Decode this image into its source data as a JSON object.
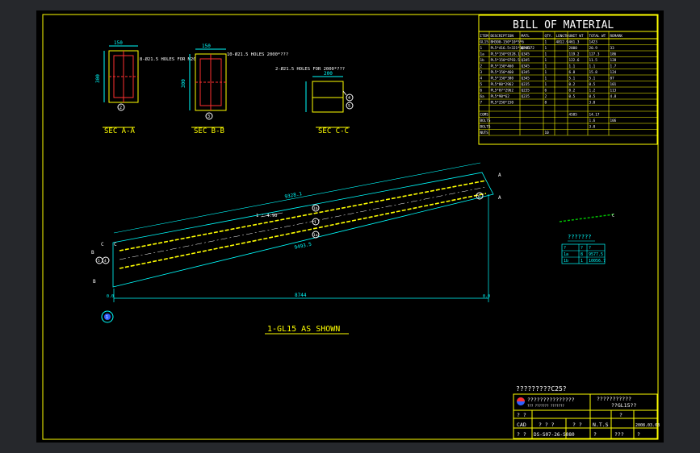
{
  "bom": {
    "title": "BILL OF MATERIAL",
    "headers": [
      "ITEM",
      "DESCRIPTION",
      "MATL",
      "QTY.",
      "LENGTH",
      "UNIT WT",
      "TOTAL WT",
      "REMARK"
    ],
    "rows": [
      [
        "GL15",
        "BH300-150*10*5*6",
        "",
        "1",
        "4812.9",
        "461.3",
        "1423",
        ""
      ],
      [
        "1",
        "PL5*416.5+321*10*9372",
        "Q345",
        "1",
        "",
        "2000",
        "20.9",
        "33"
      ],
      [
        "1a",
        "PL5*150*9328.1",
        "Q345",
        "1",
        "",
        "119.2",
        "127.3",
        "186"
      ],
      [
        "1b",
        "PL5*150*9793.5",
        "Q345",
        "1",
        "",
        "122.6",
        "11.5",
        "128"
      ],
      [
        "2",
        "PL5*150*460",
        "Q345",
        "1",
        "",
        "1.1",
        "1.1",
        "1.7"
      ],
      [
        "3",
        "PL5*150*460",
        "Q345",
        "1",
        "",
        "6.8",
        "15.8",
        "124"
      ],
      [
        "4",
        "PL5*150*380",
        "Q345",
        "1",
        "",
        "5.1",
        "5.1",
        "87"
      ],
      [
        "5",
        "PL5*80*2962",
        "Q235",
        "1",
        "",
        "0.2",
        "0.5",
        "101"
      ],
      [
        "6",
        "PL5*87*2962",
        "Q235",
        "6",
        "",
        "0.2",
        "1.2",
        "113"
      ],
      [
        "6a",
        "PL5*90*62",
        "Q235",
        "2",
        "",
        "0.5",
        "0.5",
        "4.8"
      ],
      [
        "7",
        "PL5*250*150",
        "",
        "8",
        "",
        "",
        "3.0",
        ""
      ],
      [
        "",
        "",
        "",
        "",
        "",
        "",
        "",
        ""
      ],
      [
        "COMS",
        "",
        "",
        "",
        "",
        "4585",
        "14.17",
        ""
      ],
      [
        "BOLTS",
        "",
        "",
        "",
        "",
        "",
        "1.6",
        "106"
      ],
      [
        "BOLTS",
        "",
        "",
        "",
        "",
        "",
        "3.0",
        ""
      ],
      [
        "NUTS",
        "",
        "",
        "10",
        "",
        "",
        "",
        ""
      ]
    ]
  },
  "sections": {
    "a": {
      "label": "SEC A-A",
      "note": "8-Ø21.5 HOLES FOR M20",
      "dim_top": "150",
      "dim_side": "300",
      "balloon": "2"
    },
    "b": {
      "label": "SEC B-B",
      "note": "10-Ø21.5 HOLES 2000*???",
      "dim_top": "150",
      "dim_side": "300",
      "balloon": "3"
    },
    "c": {
      "label": "SEC C-C",
      "note": "2-Ø21.5 HOLES FOR 2000*???",
      "dim_top": "200",
      "balloon1": "4",
      "balloon2": "5"
    }
  },
  "elevation": {
    "title": "1-GL15 AS SHOWN",
    "dim_top": "9328.1",
    "dim_bottom": "9493.5",
    "dim_base": "8744",
    "slope": "1 : 4.90",
    "left_base": "0.0",
    "right_base": "0.0",
    "balloon_mid": "1",
    "balloon_top": "1b",
    "balloon_bot": "1a",
    "balloon_ref": "4",
    "balloon_left": "5",
    "balloon_right": "6",
    "markers": {
      "a": "A",
      "b": "B",
      "c": "C"
    },
    "balloon_axis": "1"
  },
  "small_table": {
    "title": "???????",
    "rows": [
      [
        "?",
        "?",
        "?"
      ],
      [
        "1a",
        "8",
        "9577.5"
      ],
      [
        "1b",
        "1",
        "10056.7"
      ]
    ]
  },
  "title_block": {
    "project": "?????????C25?",
    "company": "???????????????",
    "company_sub": "??? ??????? ???????",
    "drawing_name": "???????????",
    "drawing_sub": "??GL15??",
    "label1": "? ?",
    "label2": "CAD",
    "label3": "? ?",
    "sign1": "? ? ?",
    "sign2": "? ?",
    "scale_label": "N.T.S",
    "rev_label": "?",
    "date": "2008.03.03",
    "dwg_no": "DS-S07-26-S080",
    "sheet": "?",
    "sheet2": "???",
    "sheet3": "?"
  },
  "colors": {
    "yellow": "#ffff00",
    "cyan": "#00ffff",
    "white": "#ffffff",
    "green": "#00c000",
    "red": "#ff3030",
    "blue": "#3060ff"
  }
}
